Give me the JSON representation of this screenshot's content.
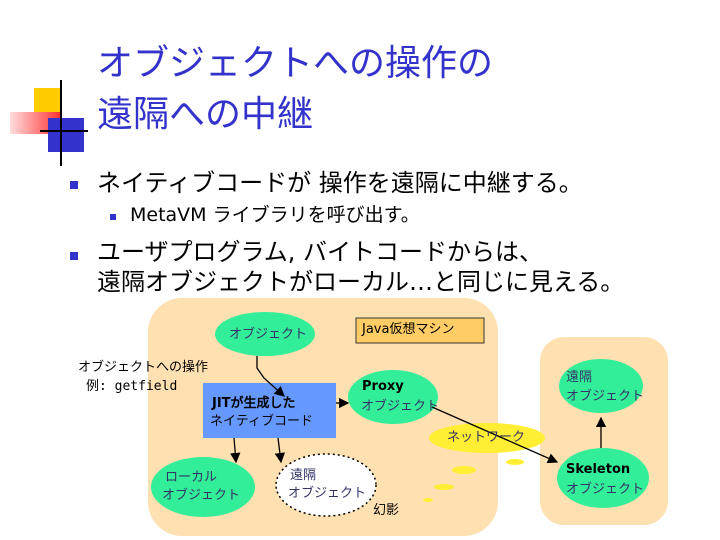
{
  "title": {
    "line1": "オブジェクトへの操作の",
    "line2": "遠隔への中継"
  },
  "bullets": [
    {
      "text": "ネイティブコードが 操作を遠隔に中継する。"
    },
    {
      "text": "MetaVM ライブラリを呼び出す。"
    },
    {
      "text": "ユーザプログラム, バイトコードからは、"
    },
    {
      "text": "遠隔オブジェクトがローカル…と同じに見える。"
    }
  ],
  "diagram": {
    "object_node": "オブジェクト",
    "java_vm_label": "Java仮想マシン",
    "op_label_line1": "オブジェクトへの操作",
    "op_label_line2": "例: getfield",
    "jit_line1": "JITが生成した",
    "jit_line2": "ネイティブコード",
    "proxy_line1": "Proxy",
    "proxy_line2": "オブジェクト",
    "local_line1": "ローカル",
    "local_line2": "オブジェクト",
    "remote_ghost_line1": "遠隔",
    "remote_ghost_line2": "オブジェクト",
    "illusion": "幻影",
    "network": "ネットワーク",
    "remote_line1": "遠隔",
    "remote_line2": "オブジェクト",
    "skeleton_line1": "Skeleton",
    "skeleton_line2": "オブジェクト"
  },
  "colors": {
    "title": "#3333cc",
    "node_green": "#33ee99",
    "panel_bg": "#ffe0b0",
    "jit_blue": "#6699ff",
    "java_box": "#ffcc66",
    "network_yellow": "#ffee33"
  }
}
